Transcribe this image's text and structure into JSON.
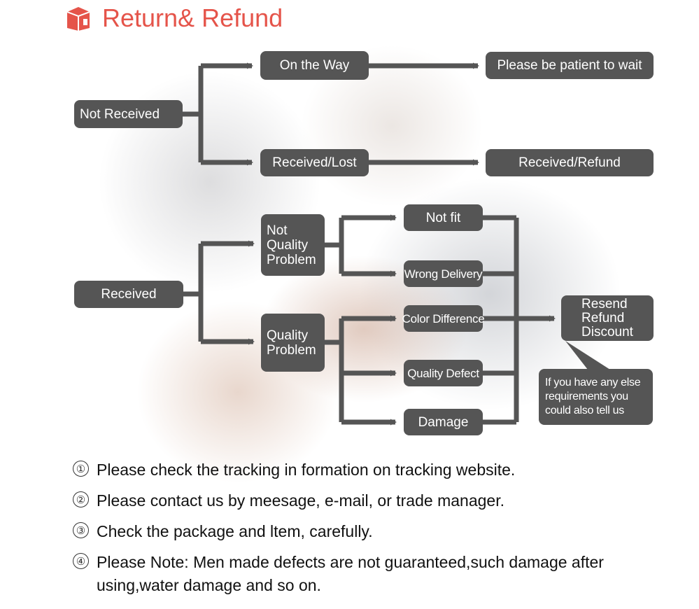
{
  "title": "Return& Refund",
  "icons": {
    "title": "package-box-icon",
    "brand_color": "#e5544a"
  },
  "nodes": {
    "not_received": "Not Received",
    "on_the_way": "On the Way",
    "please_wait": "Please be patient to wait",
    "received_lost": "Received/Lost",
    "received_refund": "Received/Refund",
    "received": "Received",
    "not_quality_problem": "Not\nQuality\nProblem",
    "quality_problem": "Quality\nProblem",
    "not_fit": "Not fit",
    "wrong_delivery": "Wrong Delivery",
    "color_difference": "Color Difference",
    "quality_defect": "Quality Defect",
    "damage": "Damage",
    "resend_refund_discount": "Resend\nRefund\nDiscount",
    "else_requirements": "If you have any else\nrequirements you\ncould also tell us"
  },
  "notes": [
    {
      "num": "①",
      "text": "Please check the tracking in formation on tracking website."
    },
    {
      "num": "②",
      "text": "Please contact us by meesage, e-mail, or trade manager."
    },
    {
      "num": "③",
      "text": "Check the package and ltem, carefully."
    },
    {
      "num": "④",
      "text": "Please Note: Men made defects  are not guaranteed,such damage after using,water damage and so on."
    }
  ]
}
